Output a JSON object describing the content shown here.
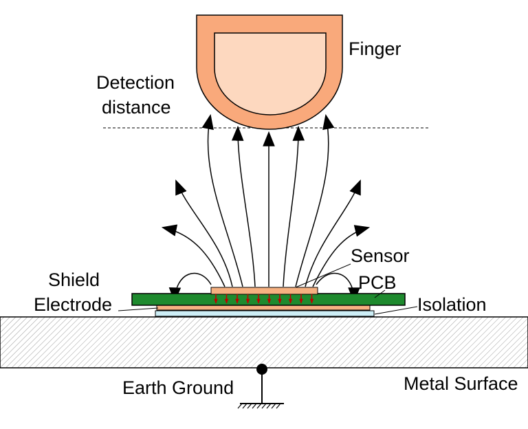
{
  "labels": {
    "finger": "Finger",
    "detection_line1": "Detection",
    "detection_line2": "distance",
    "sensor": "Sensor",
    "pcb": "PCB",
    "shield_line1": "Shield",
    "shield_line2": "Electrode",
    "isolation": "Isolation",
    "earth_ground": "Earth Ground",
    "metal_surface": "Metal Surface"
  },
  "colors": {
    "finger_outer": "#f9a97b",
    "finger_inner": "#fdd8bf",
    "pcb": "#1e8a2e",
    "sensor": "#f6b181",
    "shield": "#f6b181",
    "isolation": "#cdeef6",
    "charge_arrows": "#c00000",
    "field_lines": "#000000"
  }
}
